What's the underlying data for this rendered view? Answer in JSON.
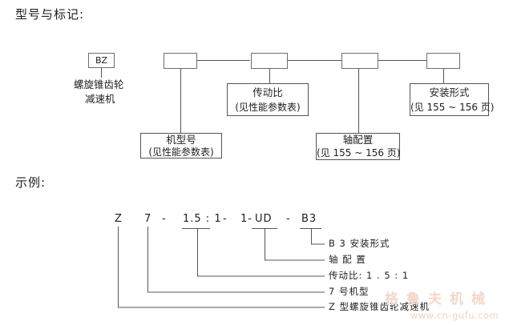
{
  "headings": {
    "model_marking": "型号与标记:",
    "example": "示例:"
  },
  "code_fields": {
    "series": "BZ",
    "frame": "",
    "ratio": "",
    "shaft_config": "",
    "mounting": ""
  },
  "labels": {
    "series_line1": "螺旋锥齿轮",
    "series_line2": "减速机",
    "frame_line1": "机型号",
    "frame_line2": "(见性能参数表)",
    "ratio_line1": "传动比",
    "ratio_line2": "(见性能参数表)",
    "shaft_line1": "轴配置",
    "shaft_line2": "(见 155 ~ 156 页)",
    "mount_line1": "安装形式",
    "mount_line2": "(见 155 ~ 156 页)"
  },
  "example": {
    "parts": {
      "series": "Z",
      "frame": "7",
      "dash1": "-",
      "ratio": "1.5 : 1",
      "dash2": "-",
      "sep": "1-",
      "shaft": "UD",
      "dash3": "-",
      "mounting": "B3"
    },
    "legend": {
      "mounting": "B 3  安装形式",
      "shaft": "轴 配 置",
      "ratio": "传动比: 1 . 5 : 1",
      "frame": "7  号机型",
      "series": "Z  型螺旋锥齿轮减速机"
    }
  },
  "watermark": {
    "brand": "格鲁夫机械",
    "url": "www.cn-gufu.com"
  },
  "colors": {
    "ink": "#1e1e1e",
    "line": "#555555",
    "box_border": "#6e6e6e",
    "watermark": "#f0d2c4"
  }
}
